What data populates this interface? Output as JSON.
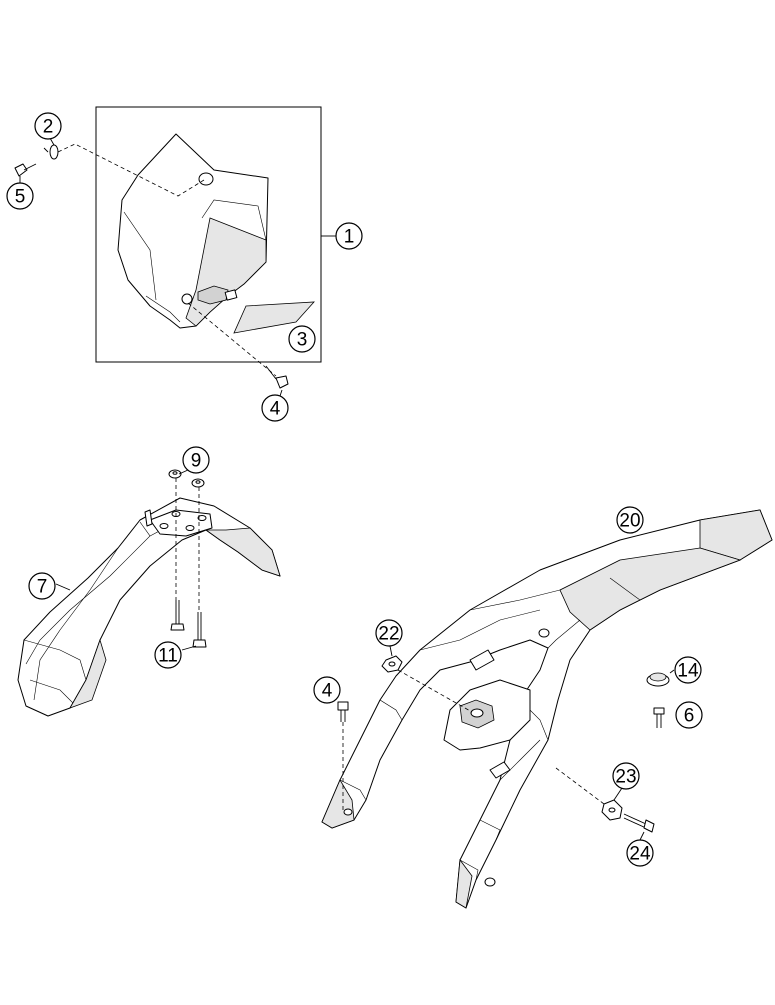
{
  "callouts": [
    {
      "id": "c1",
      "label": "1"
    },
    {
      "id": "c2",
      "label": "2"
    },
    {
      "id": "c3",
      "label": "3"
    },
    {
      "id": "c4a",
      "label": "4"
    },
    {
      "id": "c5",
      "label": "5"
    },
    {
      "id": "c9",
      "label": "9"
    },
    {
      "id": "c7",
      "label": "7"
    },
    {
      "id": "c11",
      "label": "11"
    },
    {
      "id": "c20",
      "label": "20"
    },
    {
      "id": "c22",
      "label": "22"
    },
    {
      "id": "c4b",
      "label": "4"
    },
    {
      "id": "c14",
      "label": "14"
    },
    {
      "id": "c6",
      "label": "6"
    },
    {
      "id": "c23",
      "label": "23"
    },
    {
      "id": "c24",
      "label": "24"
    }
  ]
}
